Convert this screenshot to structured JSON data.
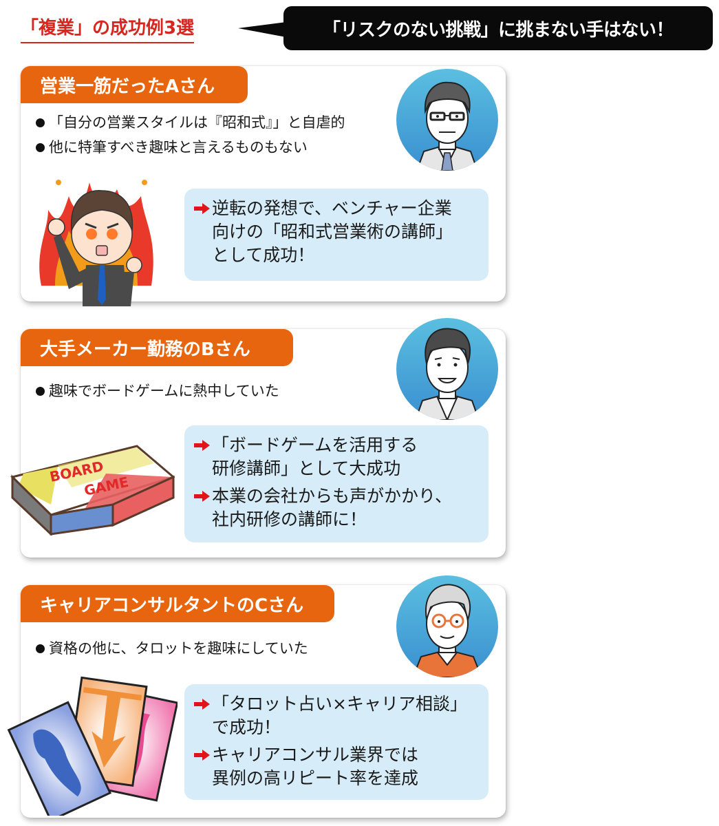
{
  "header": {
    "title": "「複業」の成功例3選",
    "speech_bubble": "「リスクのない挑戦」に挑まない手はない！"
  },
  "colors": {
    "accent_red": "#d7261e",
    "tag_orange": "#e8650f",
    "result_bg": "#d6ecf8",
    "bubble_bg": "#0a0a0a",
    "arrow_red": "#e0151b"
  },
  "cases": [
    {
      "tag": "営業一筋だったAさん",
      "bullets": [
        "「自分の営業スタイルは『昭和式』」と自虐的",
        "他に特筆すべき趣味と言えるものもない"
      ],
      "results": [
        "逆転の発想で、ベンチャー企業\n向けの「昭和式営業術の講師」\nとして成功！"
      ],
      "avatar_icon": "businessman-glasses-avatar",
      "illustration_icon": "fired-up-businessman-illustration"
    },
    {
      "tag": "大手メーカー勤務のBさん",
      "bullets": [
        "趣味でボードゲームに熱中していた"
      ],
      "results": [
        "「ボードゲームを活用する\n研修講師」として大成功",
        "本業の会社からも声がかかり、\n社内研修の講師に！"
      ],
      "avatar_icon": "smiling-man-avatar",
      "illustration_icon": "board-game-box-illustration",
      "illustration_text": [
        "BOARD",
        "GAME"
      ]
    },
    {
      "tag": "キャリアコンサルタントのCさん",
      "bullets": [
        "資格の他に、タロットを趣味にしていた"
      ],
      "results": [
        "「タロット占い×キャリア相談」\nで成功！",
        "キャリアコンサル業界では\n異例の高リピート率を達成"
      ],
      "avatar_icon": "gray-haired-man-orange-glasses-avatar",
      "illustration_icon": "tarot-cards-illustration"
    }
  ]
}
